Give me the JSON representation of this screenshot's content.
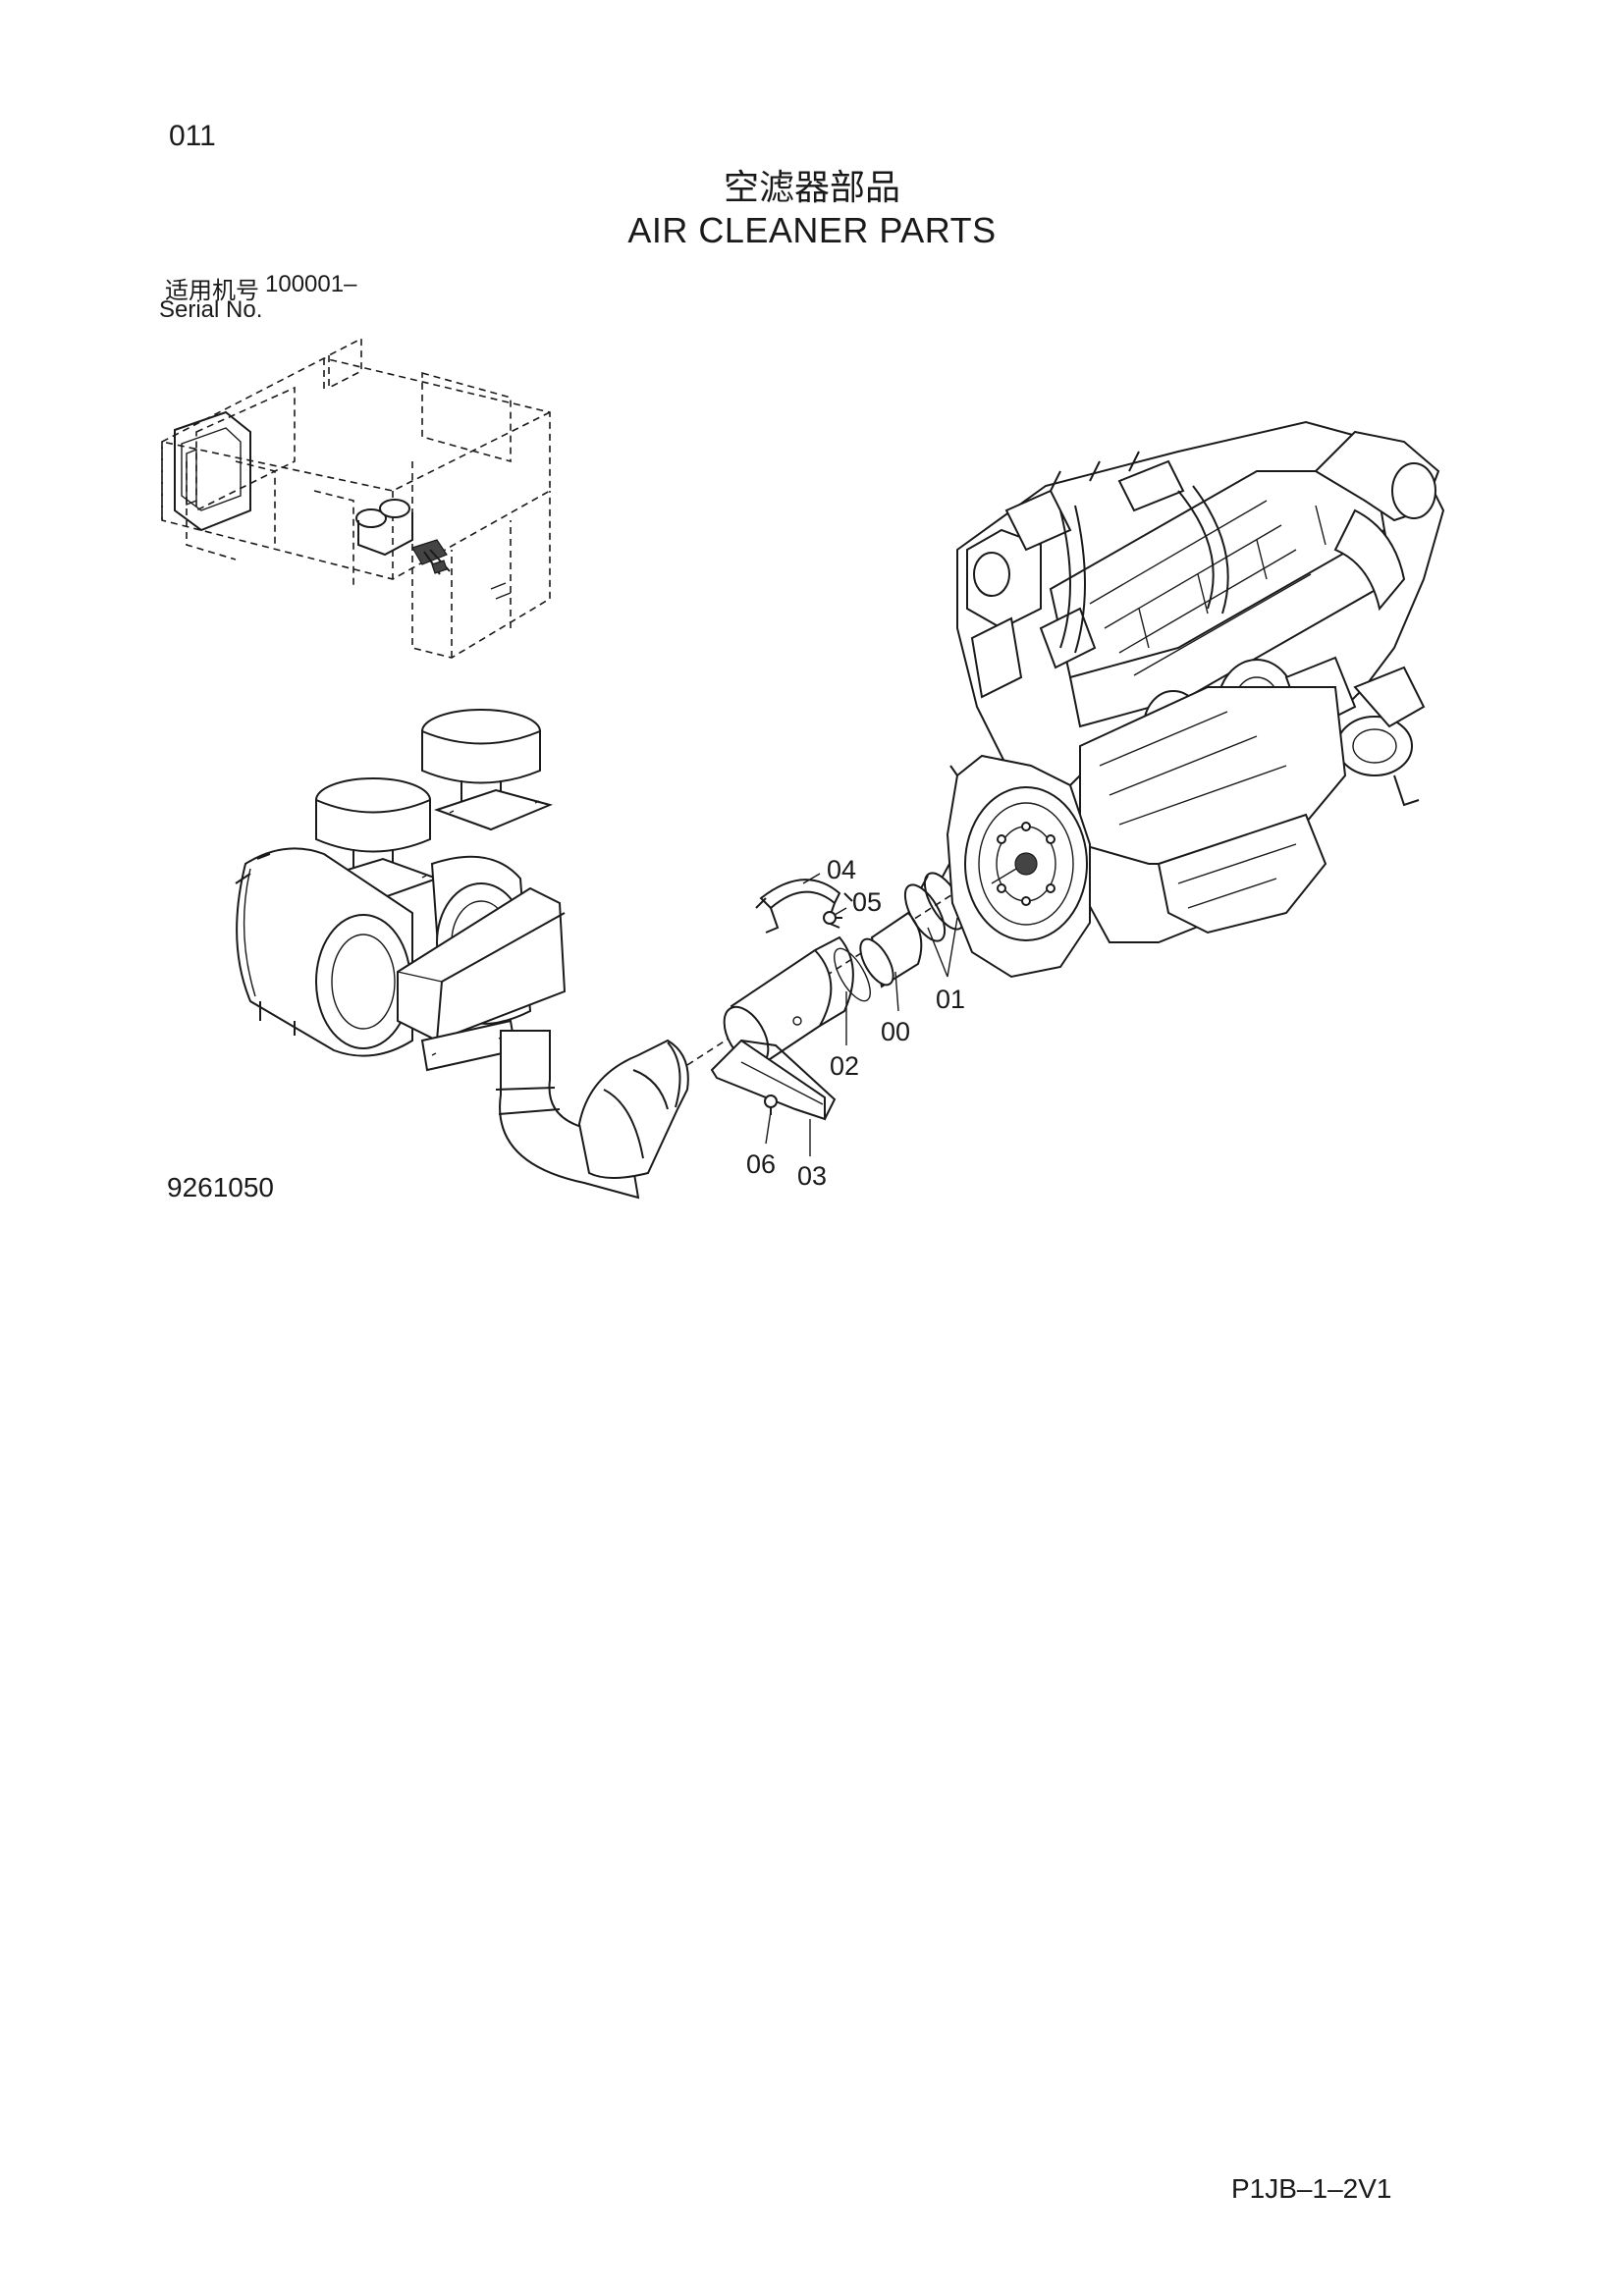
{
  "page": {
    "number": "011",
    "title_cn": "空滤器部品",
    "title_en": "AIR CLEANER PARTS",
    "serial_label_cn": "适用机号",
    "serial_range": "100001–",
    "serial_label_en": "Serial No.",
    "drawing_number": "9261050",
    "document_code": "P1JB–1–2V1"
  },
  "callouts": [
    {
      "id": "04",
      "label": "04"
    },
    {
      "id": "05",
      "label": "05"
    },
    {
      "id": "01",
      "label": "01"
    },
    {
      "id": "00",
      "label": "00"
    },
    {
      "id": "02",
      "label": "02"
    },
    {
      "id": "06",
      "label": "06"
    },
    {
      "id": "03",
      "label": "03"
    }
  ],
  "illustrations": [
    {
      "name": "machine-overview-inset"
    },
    {
      "name": "air-cleaner-assembly"
    },
    {
      "name": "engine-assembly"
    }
  ]
}
